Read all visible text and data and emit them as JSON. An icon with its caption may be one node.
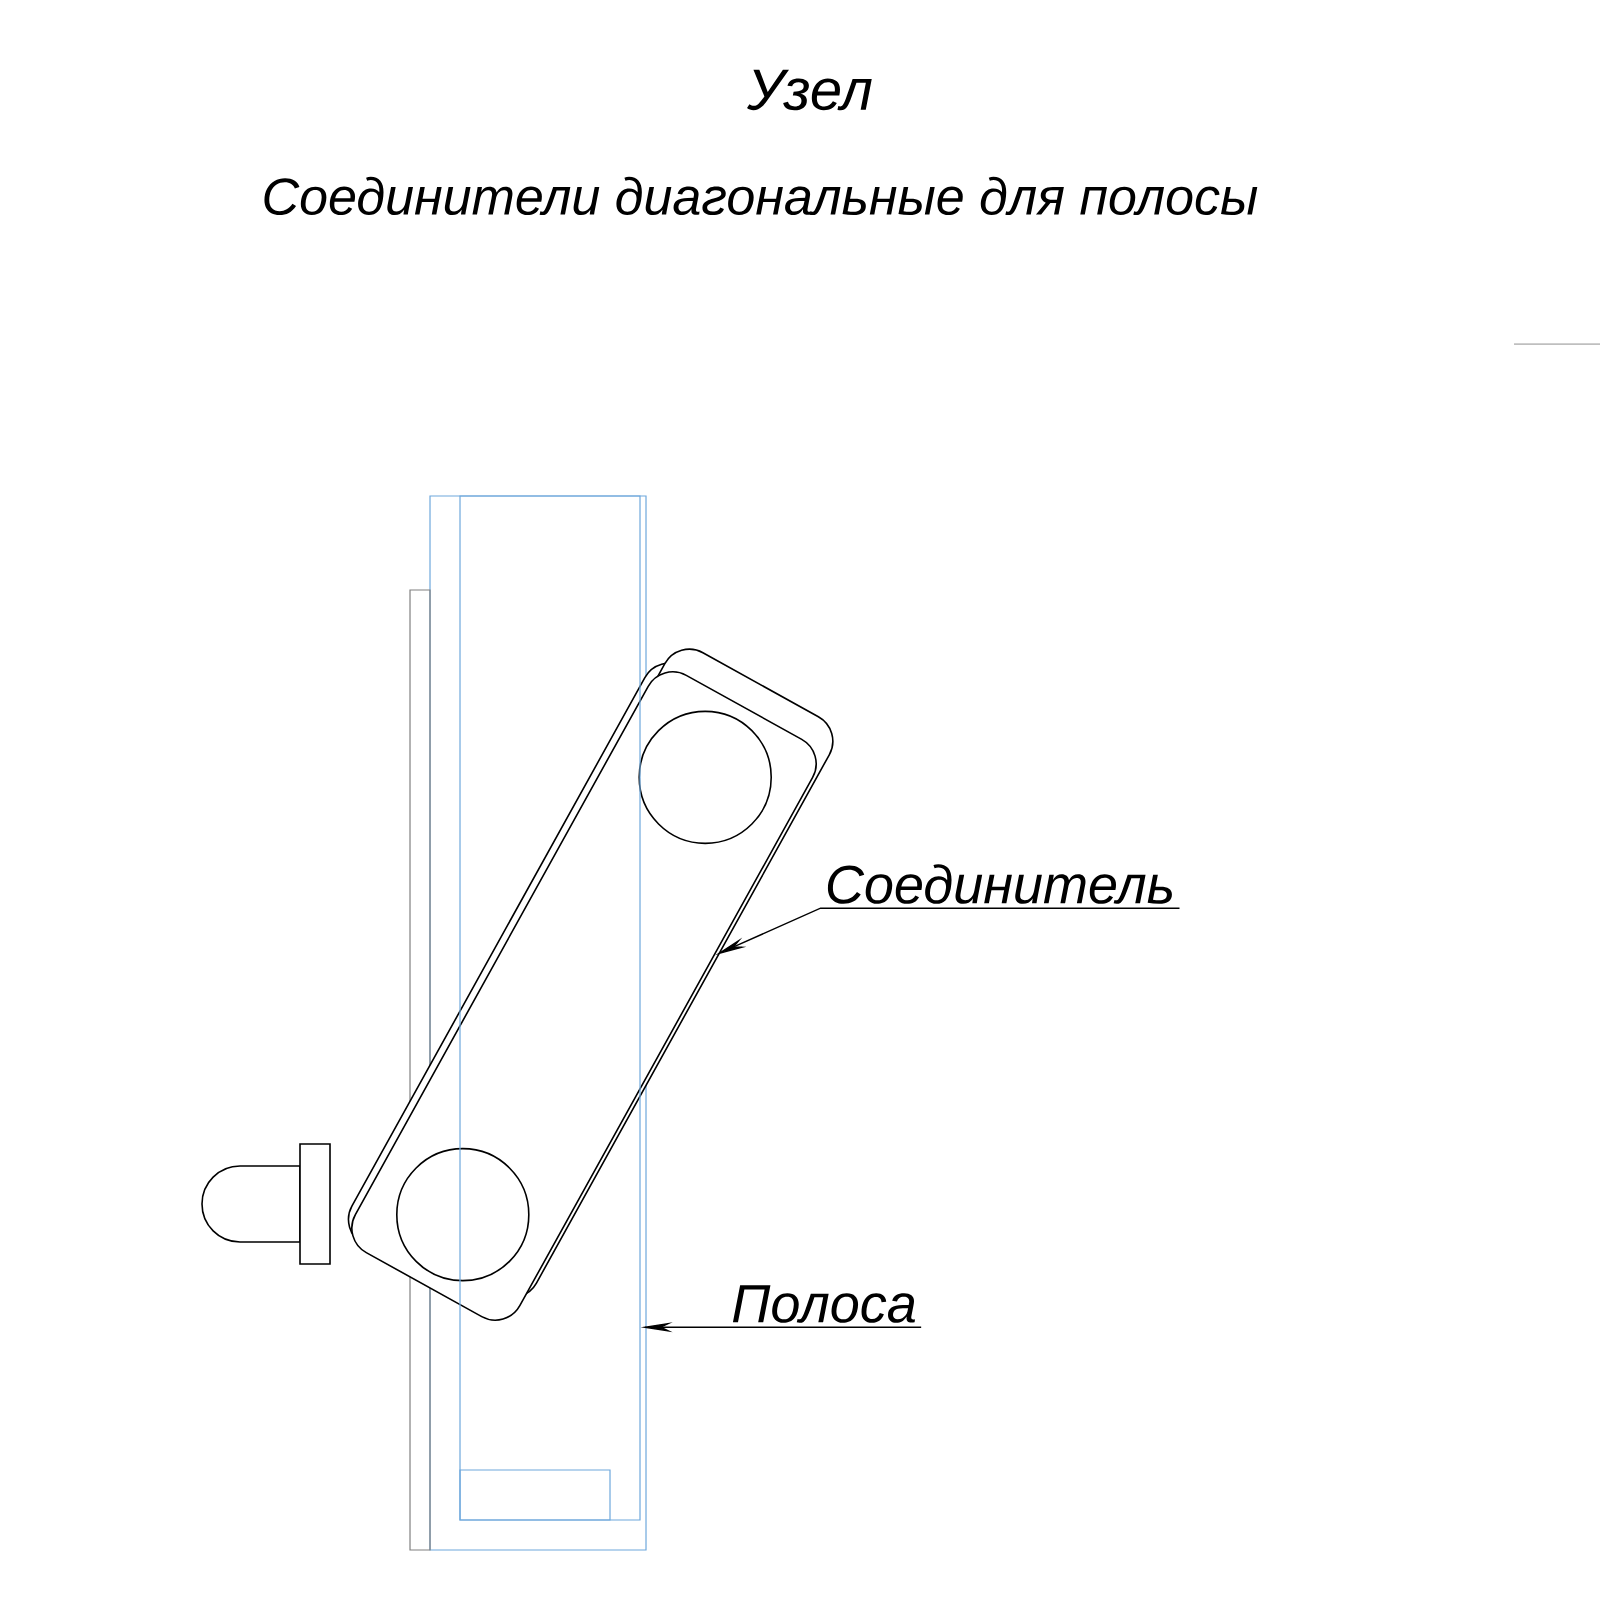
{
  "diagram": {
    "title": "Узел",
    "nodes": [
      {
        "text": [
          "Соединитель"
        ]
      },
      {
        "text": [],
        "shape": "picture"
      },
      {
        "text": [
          "Полоса"
        ]
      },
      {
        "text": [],
        "shape": "bar"
      }
    ],
    "edges": [
      {
        "from": 0,
        "to": 1,
        "arrow": "to"
      },
      {
        "from": 2,
        "to": 3,
        "arrow": "to"
      }
    ],
    "labels": [
      "Соединители диагональные для полосы"
    ]
  }
}
